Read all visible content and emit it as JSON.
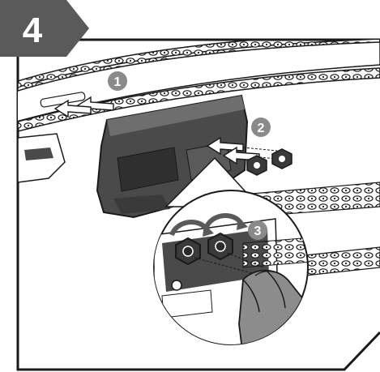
{
  "step": {
    "number": "4"
  },
  "callouts": [
    {
      "id": "1",
      "label": "1"
    },
    {
      "id": "2",
      "label": "2"
    },
    {
      "id": "3",
      "label": "3"
    }
  ],
  "colors": {
    "badge": "#5a5a5a",
    "callout": "#8a8a8a",
    "outline": "#1a1a1a",
    "cover": "#4a4a4a",
    "cover_light": "#6e6e6e",
    "glove": "#8c8c8c"
  },
  "icons": {
    "arrow": "right-arrow-icon",
    "rotate": "clockwise-rotate-icon",
    "nut": "hex-nut-icon"
  }
}
